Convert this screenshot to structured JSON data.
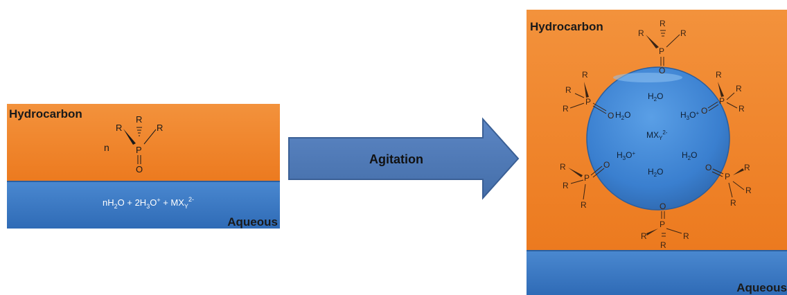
{
  "left_panel": {
    "hydrocarbon_label": "Hydrocarbon",
    "coefficient_n": "n",
    "aqueous_label": "Aqueous",
    "aqueous_formula": {
      "n_h2o": "nH",
      "sub_2a": "2",
      "o_plus_2": "O + 2H",
      "sub_3": "3",
      "o_plus": "O",
      "sup_plus": "+",
      "plus_mx": " + MX",
      "sub_y": "Y",
      "sup_2minus": "2-"
    }
  },
  "arrow": {
    "label": "Agitation"
  },
  "right_panel": {
    "hydrocarbon_label": "Hydrocarbon",
    "aqueous_label": "Aqueous",
    "droplet": {
      "water": "H",
      "water_sub": "2",
      "water_o": "O",
      "hydronium_sub": "3",
      "hydronium_sup": "+",
      "metal": "MX",
      "metal_sub": "Y",
      "metal_sup": "2-"
    }
  },
  "molecule": {
    "r": "R",
    "p": "P",
    "o": "O"
  },
  "colors": {
    "organic": "#f0862e",
    "aqueous": "#3f7cc7",
    "droplet": "#3e86d4",
    "arrow_fill": "#4f78b5",
    "arrow_stroke": "#3a5f95",
    "text": "#1a1a1a"
  }
}
